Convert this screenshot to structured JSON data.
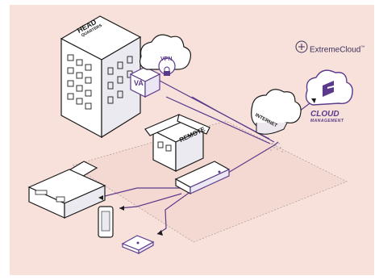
{
  "labels": {
    "hq_line1": "HEAD",
    "hq_line2": "QUARTERS",
    "va": "VA",
    "vpn": "VPN",
    "remote": "REMOTE",
    "internet": "INTERNET",
    "brand": "ExtremeCloud",
    "brand_tm": "™",
    "cloud_line1": "CLOUD",
    "cloud_line2": "MANAGEMENT"
  },
  "colors": {
    "background": "#f8e1da",
    "line_purple": "#5b3a8c",
    "outline": "#1b1b1b",
    "fill_light": "#ffffff",
    "fill_grey": "#e8e6ee"
  }
}
